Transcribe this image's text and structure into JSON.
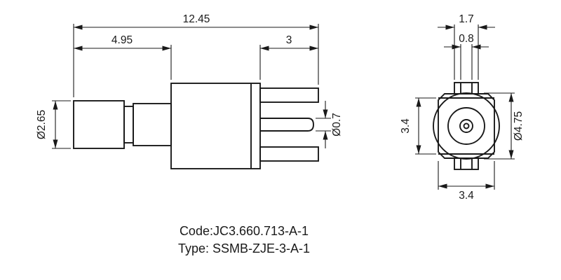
{
  "side_view": {
    "total_length": "12.45",
    "left_section_length": "4.95",
    "leg_length": "3",
    "barrel_diameter": "Ø2.65",
    "pin_diameter": "Ø0.7"
  },
  "front_view": {
    "tab_outer_width": "1.7",
    "tab_slot_width": "0.8",
    "body_height": "3.4",
    "flange_diameter": "Ø4.75",
    "body_width": "3.4"
  },
  "caption": {
    "code": "Code:JC3.660.713-A-1",
    "type": "Type: SSMB-ZJE-3-A-1"
  },
  "colors": {
    "line": "#1a1a1a",
    "background": "#ffffff"
  }
}
